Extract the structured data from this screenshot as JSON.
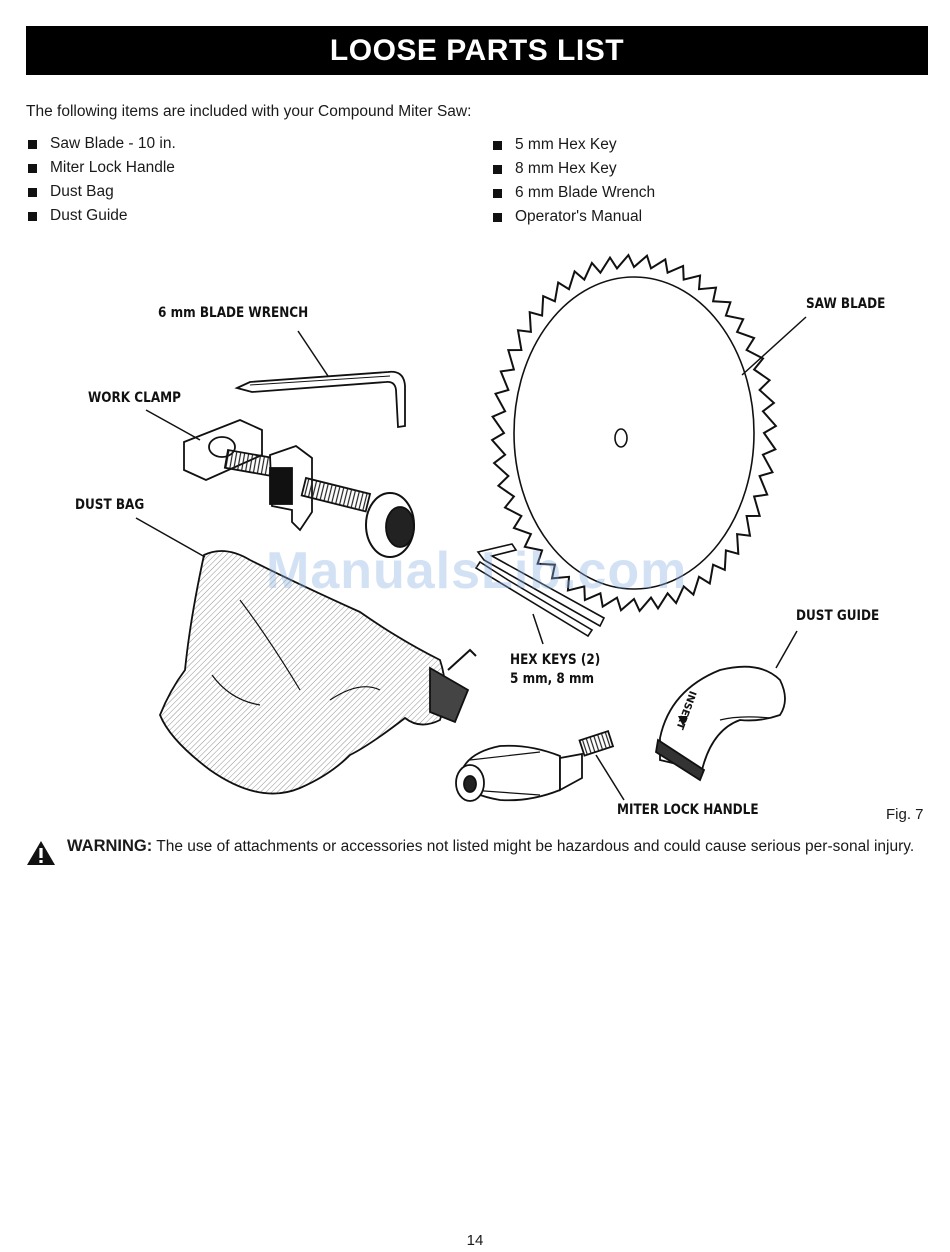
{
  "header": {
    "title": "LOOSE PARTS LIST"
  },
  "intro": "The following items are included with your Compound Miter Saw:",
  "parts_left": [
    {
      "label": "Saw Blade - 10 in."
    },
    {
      "label": "Miter Lock Handle"
    },
    {
      "label": "Dust Bag"
    },
    {
      "label": "Dust Guide"
    }
  ],
  "parts_right": [
    {
      "label": "5 mm Hex Key"
    },
    {
      "label": "8 mm Hex Key"
    },
    {
      "label": "6 mm Blade Wrench"
    },
    {
      "label": "Operator's  Manual"
    }
  ],
  "figure": {
    "callouts": {
      "blade_wrench": "6 mm BLADE WRENCH",
      "work_clamp": "WORK CLAMP",
      "dust_bag": "DUST BAG",
      "saw_blade": "SAW BLADE",
      "hex_keys_line1": "HEX KEYS (2)",
      "hex_keys_line2": "5 mm, 8 mm",
      "dust_guide": "DUST GUIDE",
      "miter_lock_handle": "MITER LOCK HANDLE"
    },
    "dust_guide_text": "INSERT",
    "fig_label": "Fig. 7",
    "watermark": "ManualsLib.com"
  },
  "warning": {
    "label": "WARNING:",
    "text": " The use of attachments or accessories not listed might be hazardous and could cause serious per-sonal injury."
  },
  "page_number": "14",
  "icons": {
    "bullet": "square-bullet-icon",
    "warning": "warning-triangle-icon"
  }
}
